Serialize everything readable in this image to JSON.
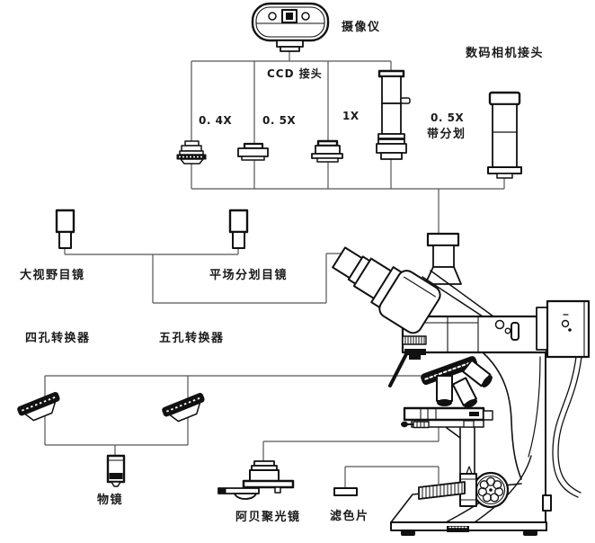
{
  "diagram": {
    "colors": {
      "line": "#111111",
      "connector": "#555555",
      "background": "#ffffff"
    },
    "labels": {
      "camera": "摄像仪",
      "digital_camera_adapter": "数码相机接头",
      "ccd_adapter": "CCD 接头",
      "adapter_04x": "0. 4X",
      "adapter_05x": "0. 5X",
      "adapter_1x": "1X",
      "adapter_05x_reticle_line1": "0. 5X",
      "adapter_05x_reticle_line2": "带分划",
      "widefield_eyepiece": "大视野目镜",
      "plan_reticle_eyepiece": "平场分划目镜",
      "four_hole_nosepiece": "四孔转换器",
      "five_hole_nosepiece": "五孔转换器",
      "objective": "物镜",
      "abbe_condenser": "阿贝聚光镜",
      "filter": "滤色片"
    }
  }
}
